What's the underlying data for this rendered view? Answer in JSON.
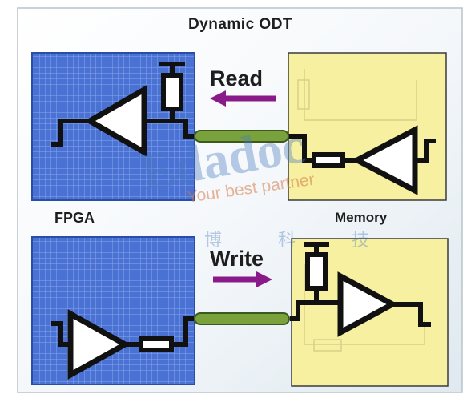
{
  "title": "Dynamic ODT",
  "labels": {
    "read": "Read",
    "write": "Write",
    "fpga": "FPGA",
    "memory": "Memory"
  },
  "watermark": {
    "main": "Edadoc",
    "tagline": "Your best partner",
    "chinese": "博科技"
  },
  "colors": {
    "fpga_fill": "#4a72d4",
    "memory_fill": "#f6f0a0",
    "arrow": "#8a1a8a",
    "trace": "#7aa23c",
    "watermark": "#4a78be"
  }
}
